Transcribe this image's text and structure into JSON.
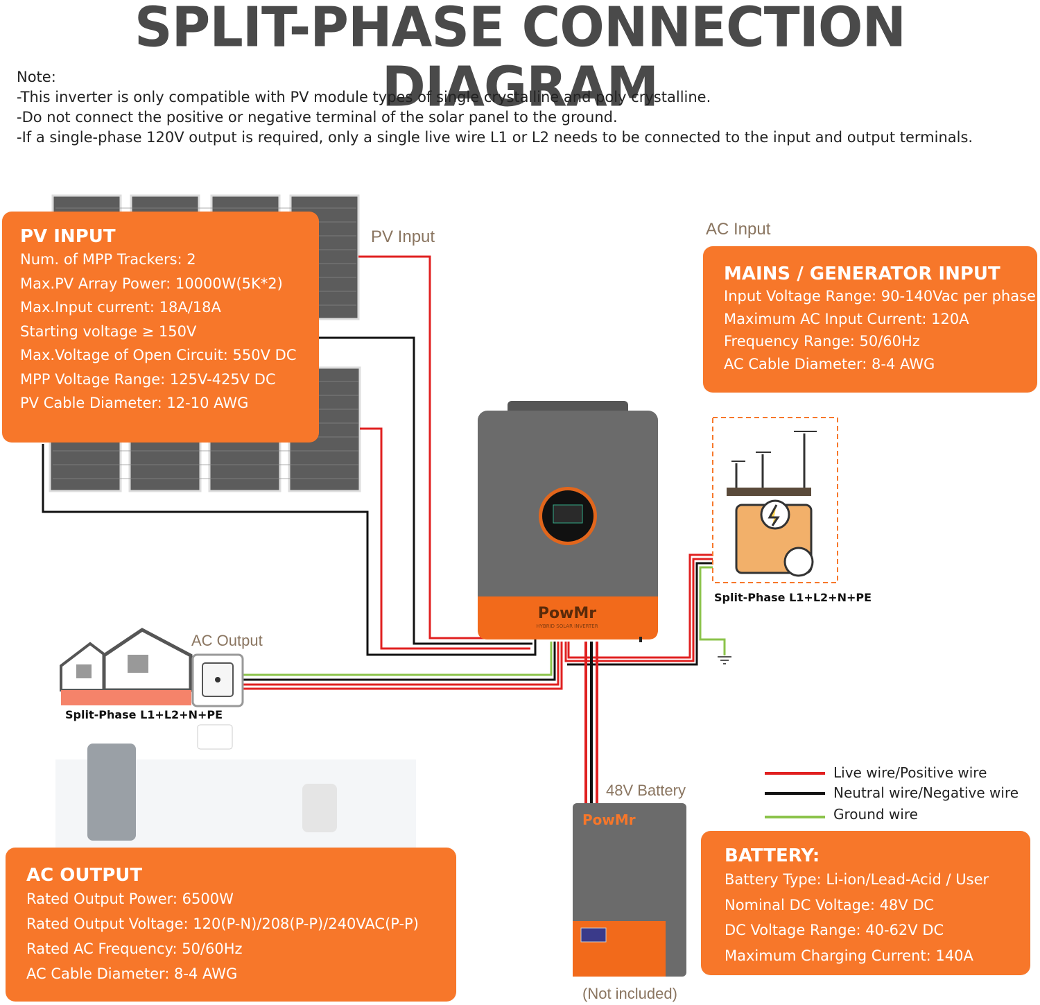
{
  "title": "SPLIT-PHASE CONNECTION DIAGRAM",
  "notes": [
    "Note:",
    "-This inverter is only compatible with PV module types of single crystalline and poly crystalline.",
    "-Do not connect the positive or negative terminal of the solar panel to the ground.",
    "-If a single-phase 120V output is required, only a single live wire L1 or L2 needs to be connected to the input and output terminals."
  ],
  "labels": {
    "pv_input": "PV Input",
    "ac_input": "AC Input",
    "ac_output": "AC Output",
    "battery": "48V Battery",
    "not_included": "(Not included)",
    "split_phase_in": "Split-Phase L1+L2+N+PE",
    "split_phase_out": "Split-Phase L1+L2+N+PE",
    "brand": "PowMr",
    "inverter_sub": "HYBRID SOLAR INVERTER"
  },
  "pv_box": {
    "heading": "PV INPUT",
    "rows": [
      "Num. of MPP Trackers: 2",
      "Max.PV Array Power: 10000W(5K*2)",
      "Max.Input current: 18A/18A",
      "Starting voltage ≥ 150V",
      "Max.Voltage of Open Circuit: 550V DC",
      "MPP Voltage Range: 125V-425V DC",
      "PV Cable Diameter: 12-10 AWG"
    ]
  },
  "mains_box": {
    "heading": "MAINS / GENERATOR INPUT",
    "rows": [
      "Input Voltage Range: 90-140Vac per phase",
      "Maximum AC Input Current: 120A",
      "Frequency Range: 50/60Hz",
      "AC Cable Diameter: 8-4 AWG"
    ]
  },
  "acout_box": {
    "heading": "AC OUTPUT",
    "rows": [
      "Rated Output Power: 6500W",
      "Rated Output Voltage: 120(P-N)/208(P-P)/240VAC(P-P)",
      "Rated AC Frequency: 50/60Hz",
      "AC Cable Diameter: 8-4 AWG"
    ]
  },
  "battery_box": {
    "heading": "BATTERY:",
    "rows": [
      "Battery Type: Li-ion/Lead-Acid / User",
      "Nominal DC Voltage:   48V DC",
      "DC Voltage Range: 40-62V DC",
      "Maximum Charging Current: 140A"
    ]
  },
  "legend": [
    {
      "label": "Live wire/Positive wire",
      "color": "#e02020"
    },
    {
      "label": "Neutral wire/Negative wire",
      "color": "#111111"
    },
    {
      "label": "Ground wire",
      "color": "#8bc34a"
    }
  ],
  "colors": {
    "accent": "#f7772a",
    "live": "#e02020",
    "neutral": "#111111",
    "ground": "#8bc34a",
    "device_grey": "#6b6b6b"
  },
  "icons": [
    "solar-panel-icon",
    "inverter-icon",
    "utility-pole-icon",
    "generator-icon",
    "house-icon",
    "outlet-icon",
    "battery-icon",
    "ground-symbol-icon"
  ]
}
